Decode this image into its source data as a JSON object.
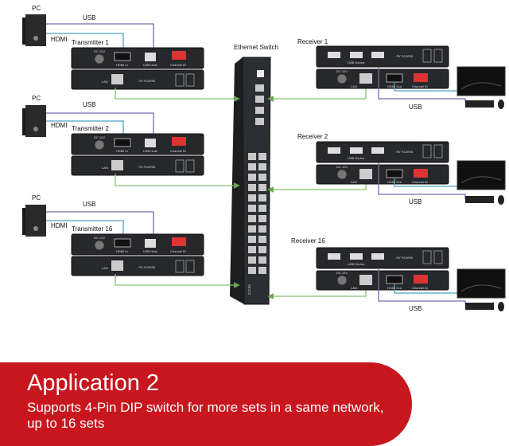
{
  "pc_label": "PC",
  "usb_label": "USB",
  "hdmi_label": "HDMI",
  "switch_label": "Ethernet Switch",
  "switch_brand": "ICCIM",
  "transmitters": [
    "Transmitter 1",
    "Transmitter 2",
    "Transmitter 16"
  ],
  "receivers": [
    "Receiver 1",
    "Receiver 2",
    "Receiver 16"
  ],
  "device_brand": "AV Access",
  "port_labels": {
    "dc": "DC 12V",
    "hdmi_in": "HDMI In",
    "usb_host": "USB Host",
    "channel_id": "Channel ID",
    "lan": "LAN",
    "usb_device": "USB Device",
    "hdmi_out": "HDMI Out"
  },
  "banner": {
    "title": "Application 2",
    "description": "Supports 4-Pin DIP switch for more sets in a same network, up to 16 sets"
  },
  "colors": {
    "usb_cable": "#7d67b0",
    "hdmi_cable": "#4aa0c8",
    "lan_cable": "#88c070",
    "banner": "#c8161f"
  }
}
